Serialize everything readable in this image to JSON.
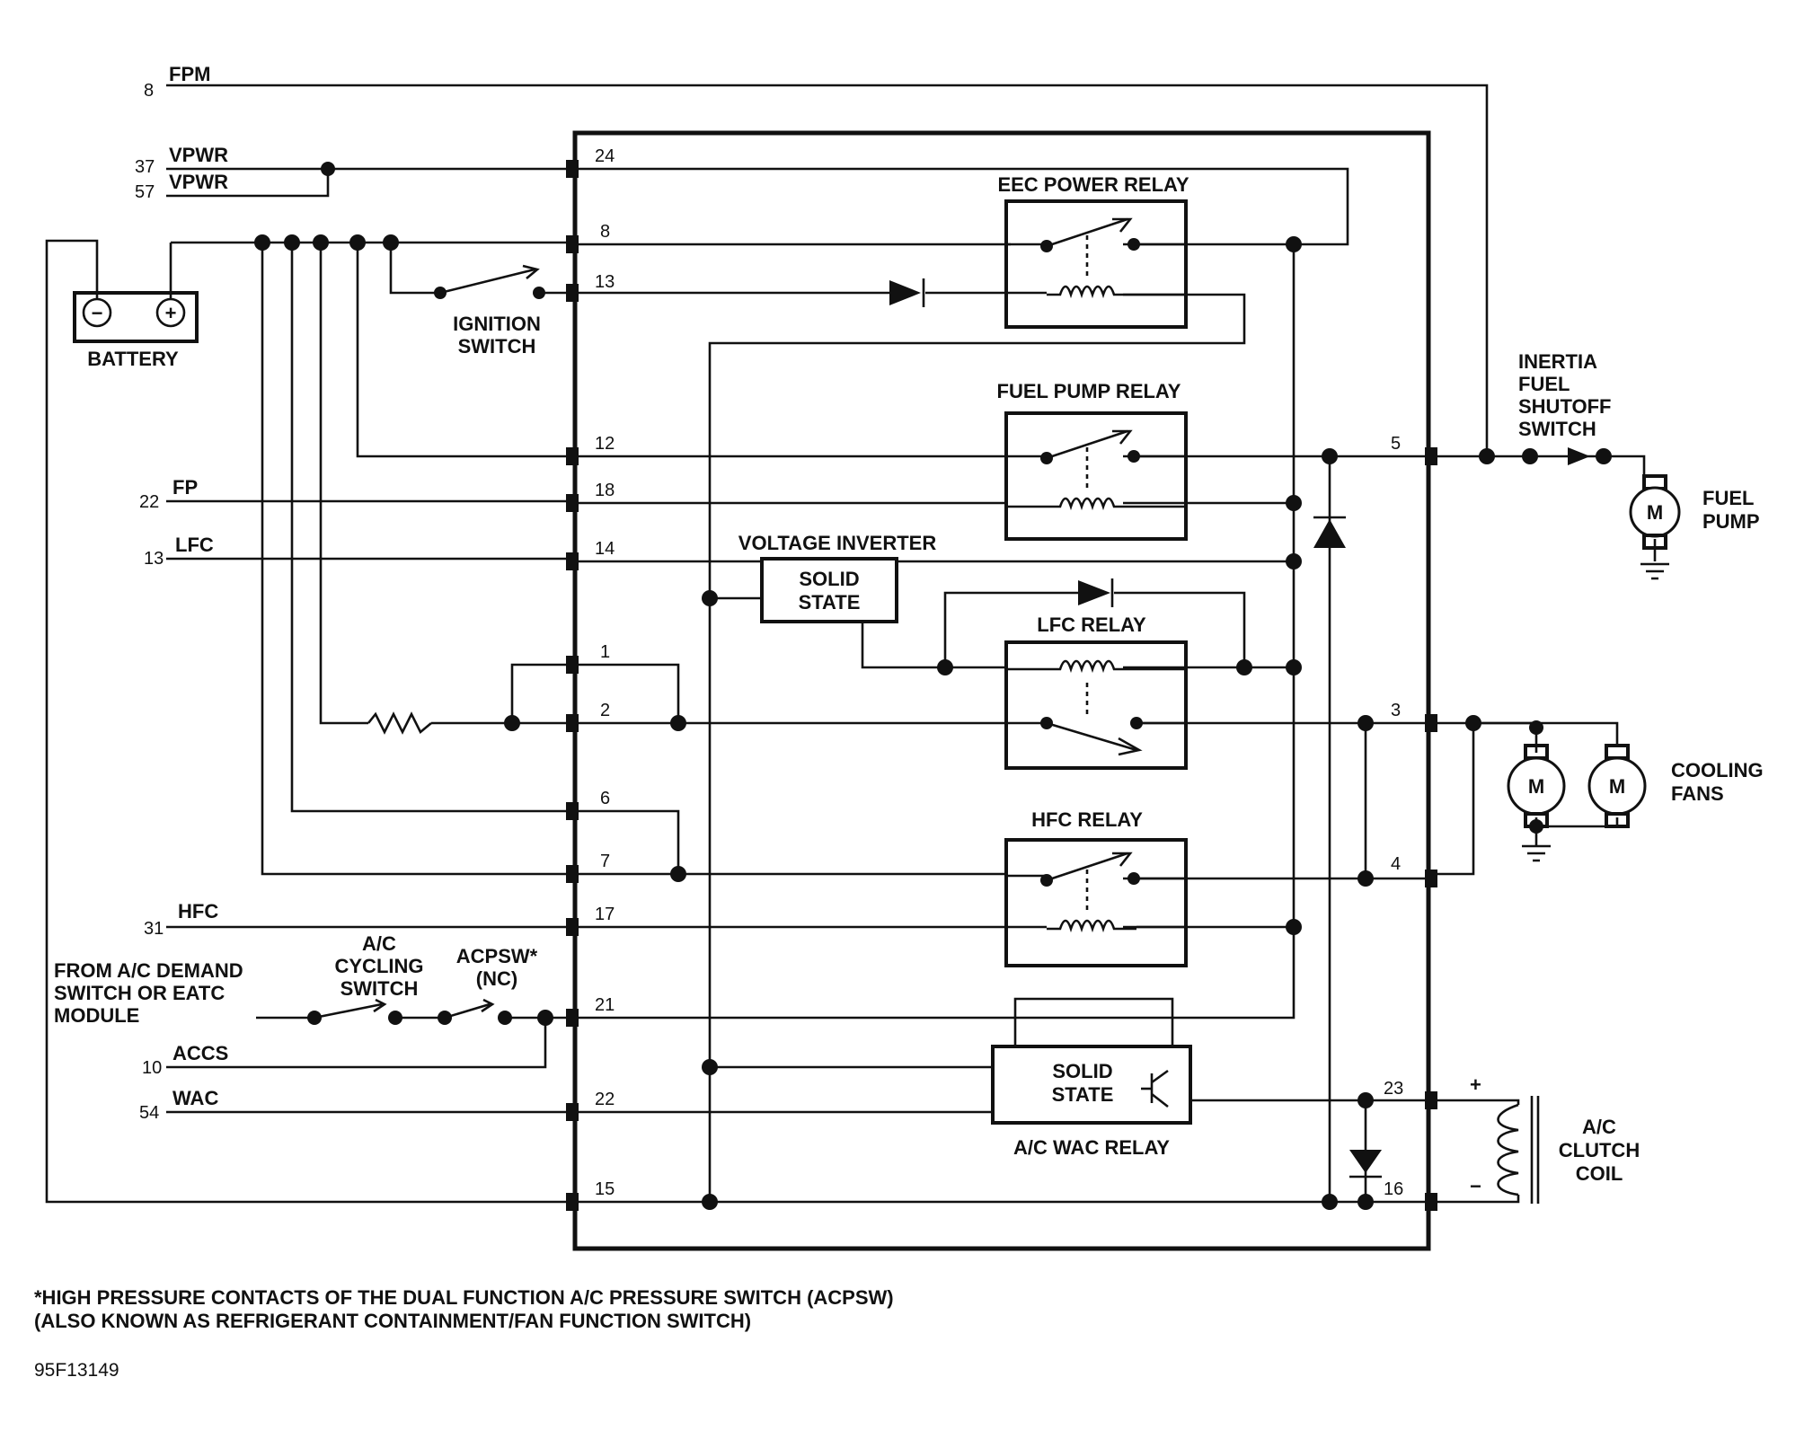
{
  "wires": {
    "fpm": {
      "label": "FPM",
      "num": "8"
    },
    "vpwr_a": {
      "label": "VPWR",
      "num": "37"
    },
    "vpwr_b": {
      "label": "VPWR",
      "num": "57"
    },
    "fp": {
      "label": "FP",
      "num": "22"
    },
    "lfc": {
      "label": "LFC",
      "num": "13"
    },
    "hfc": {
      "label": "HFC",
      "num": "31"
    },
    "accs": {
      "label": "ACCS",
      "num": "10"
    },
    "wac": {
      "label": "WAC",
      "num": "54"
    }
  },
  "pins": {
    "left": [
      "24",
      "8",
      "13",
      "12",
      "18",
      "14",
      "1",
      "2",
      "6",
      "7",
      "17",
      "21",
      "22",
      "15"
    ],
    "right": [
      "5",
      "3",
      "4",
      "23",
      "16"
    ]
  },
  "components": {
    "battery": "BATTERY",
    "battery_neg": "−",
    "battery_pos": "+",
    "ignition": [
      "IGNITION",
      "SWITCH"
    ],
    "eec_relay": "EEC POWER RELAY",
    "fuel_pump_relay": "FUEL PUMP RELAY",
    "voltage_inverter": "VOLTAGE INVERTER",
    "solid_state": [
      "SOLID",
      "STATE"
    ],
    "lfc_relay": "LFC RELAY",
    "hfc_relay": "HFC RELAY",
    "wac_relay": "A/C WAC RELAY",
    "inertia_switch": [
      "INERTIA",
      "FUEL",
      "SHUTOFF",
      "SWITCH"
    ],
    "fuel_pump": [
      "FUEL",
      "PUMP"
    ],
    "cooling_fans": [
      "COOLING",
      "FANS"
    ],
    "motor": "M",
    "ac_clutch": [
      "A/C",
      "CLUTCH",
      "COIL"
    ],
    "clutch_plus": "+",
    "clutch_minus": "−",
    "from_demand": [
      "FROM A/C DEMAND",
      "SWITCH OR EATC",
      "MODULE"
    ],
    "cycling_switch": [
      "A/C",
      "CYCLING",
      "SWITCH"
    ],
    "acpsw": [
      "ACPSW*",
      "(NC)"
    ]
  },
  "footnote": [
    "*HIGH PRESSURE CONTACTS OF THE DUAL FUNCTION A/C PRESSURE SWITCH (ACPSW)",
    "(ALSO KNOWN AS REFRIGERANT CONTAINMENT/FAN FUNCTION SWITCH)"
  ],
  "figure_code": "95F13149"
}
